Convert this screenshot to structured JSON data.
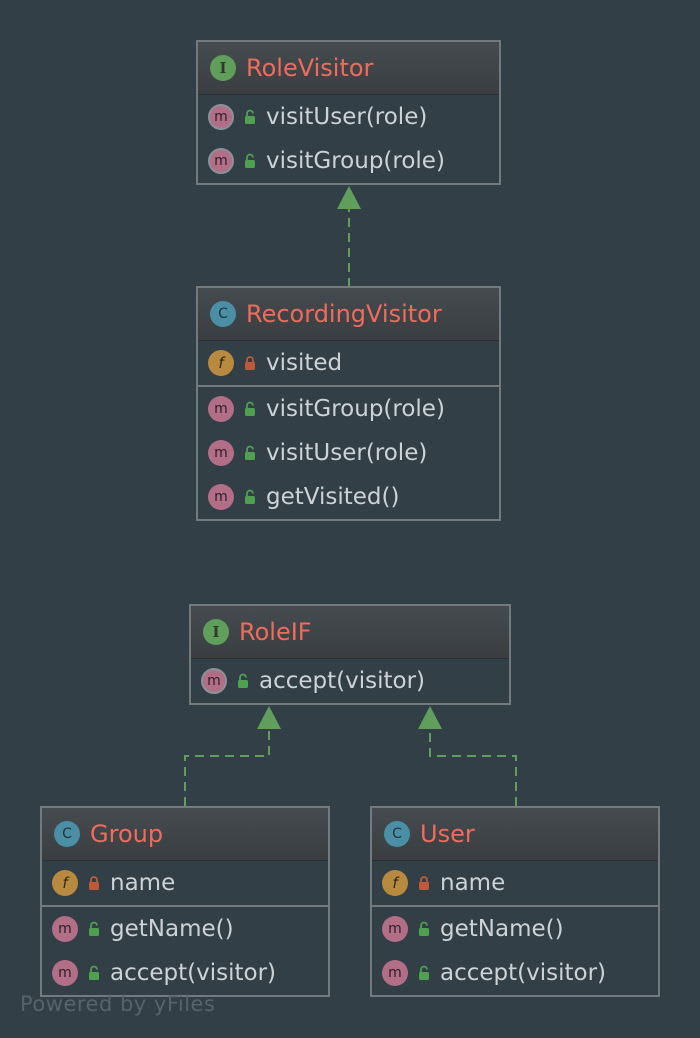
{
  "diagram": {
    "classes": [
      {
        "id": "role-visitor",
        "kind": "interface",
        "kind_label": "I",
        "name": "RoleVisitor",
        "fields": [],
        "methods": [
          {
            "name": "visitUser(role)",
            "visibility": "public",
            "abstract": true
          },
          {
            "name": "visitGroup(role)",
            "visibility": "public",
            "abstract": true
          }
        ]
      },
      {
        "id": "recording-visitor",
        "kind": "class",
        "kind_label": "C",
        "name": "RecordingVisitor",
        "fields": [
          {
            "name": "visited",
            "visibility": "private"
          }
        ],
        "methods": [
          {
            "name": "visitGroup(role)",
            "visibility": "public",
            "abstract": false
          },
          {
            "name": "visitUser(role)",
            "visibility": "public",
            "abstract": false
          },
          {
            "name": "getVisited()",
            "visibility": "public",
            "abstract": false
          }
        ]
      },
      {
        "id": "role-if",
        "kind": "interface",
        "kind_label": "I",
        "name": "RoleIF",
        "fields": [],
        "methods": [
          {
            "name": "accept(visitor)",
            "visibility": "public",
            "abstract": true
          }
        ]
      },
      {
        "id": "group",
        "kind": "class",
        "kind_label": "C",
        "name": "Group",
        "fields": [
          {
            "name": "name",
            "visibility": "private"
          }
        ],
        "methods": [
          {
            "name": "getName()",
            "visibility": "public",
            "abstract": false
          },
          {
            "name": "accept(visitor)",
            "visibility": "public",
            "abstract": false
          }
        ]
      },
      {
        "id": "user",
        "kind": "class",
        "kind_label": "C",
        "name": "User",
        "fields": [
          {
            "name": "name",
            "visibility": "private"
          }
        ],
        "methods": [
          {
            "name": "getName()",
            "visibility": "public",
            "abstract": false
          },
          {
            "name": "accept(visitor)",
            "visibility": "public",
            "abstract": false
          }
        ]
      }
    ],
    "relations": [
      {
        "from": "recording-visitor",
        "to": "role-visitor",
        "type": "realization"
      },
      {
        "from": "group",
        "to": "role-if",
        "type": "realization"
      },
      {
        "from": "user",
        "to": "role-if",
        "type": "realization"
      }
    ]
  },
  "badge_labels": {
    "field": "f",
    "method": "m"
  },
  "watermark": "Powered by yFiles",
  "colors": {
    "background": "#333f47",
    "title": "#f06b5b",
    "border": "#727a7e",
    "edge": "#5f9e5b",
    "interface_badge": "#5f9e5b",
    "class_badge": "#4b8fa6",
    "field_badge": "#b78a3f",
    "method_badge": "#b26e87",
    "public_icon": "#4fa04f",
    "private_icon": "#c0593a"
  },
  "icons": {
    "public": "unlocked-padlock-icon",
    "private": "locked-padlock-icon"
  }
}
